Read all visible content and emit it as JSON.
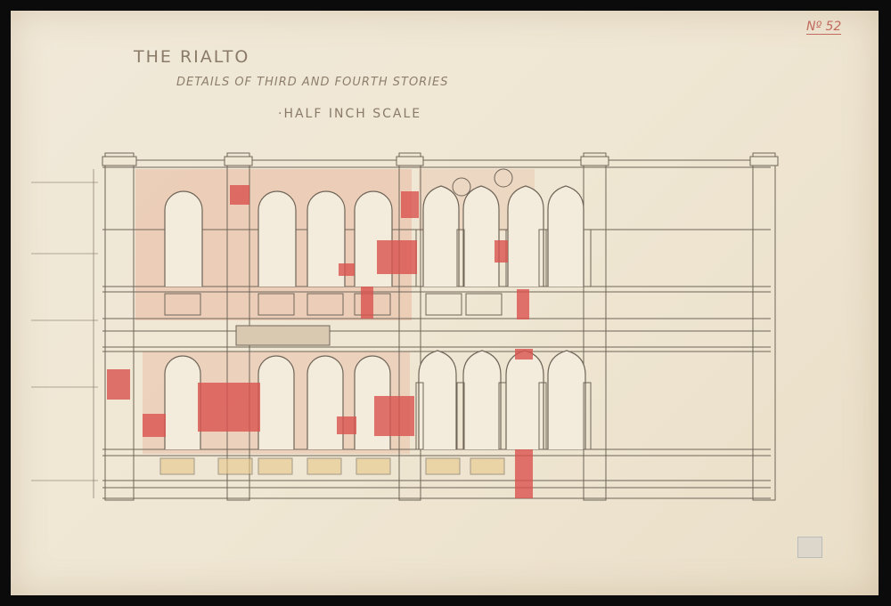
{
  "drawing": {
    "title": "THE RIALTO",
    "subtitle": "DETAILS OF THIRD AND FOURTH STORIES",
    "scale_note": "·HALF INCH SCALE",
    "sheet_number": "Nº 52"
  },
  "colors": {
    "paper": "#efe6d3",
    "ink": "#6f6558",
    "brick_wash": "#e9b9a0",
    "red_highlight": "#d9534f"
  }
}
